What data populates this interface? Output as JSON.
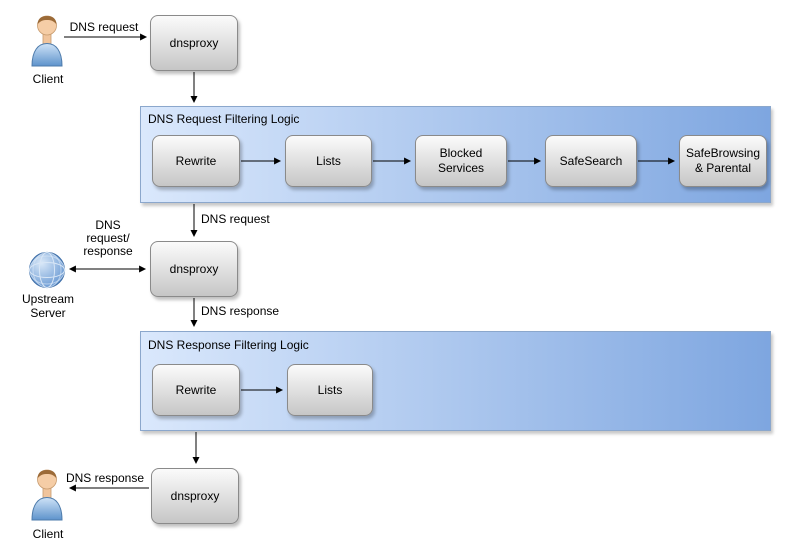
{
  "nodes": {
    "client_top": "Client",
    "client_bottom": "Client",
    "upstream_server": "Upstream Server",
    "dnsproxy_top": "dnsproxy",
    "dnsproxy_middle": "dnsproxy",
    "dnsproxy_bottom": "dnsproxy"
  },
  "request_filtering": {
    "title": "DNS Request Filtering Logic",
    "boxes": {
      "rewrite": "Rewrite",
      "lists": "Lists",
      "blocked_services": "Blocked Services",
      "safesearch": "SafeSearch",
      "safebrowsing_parental": "SafeBrowsing & Parental"
    }
  },
  "response_filtering": {
    "title": "DNS Response Filtering Logic",
    "boxes": {
      "rewrite": "Rewrite",
      "lists": "Lists"
    }
  },
  "edge_labels": {
    "client_to_dnsproxy": "DNS request",
    "request_filter_to_dnsproxy": "DNS request",
    "upstream_exchange": "DNS request/ response",
    "dnsproxy_to_response_filter": "DNS response",
    "dnsproxy_to_client": "DNS response"
  },
  "colors": {
    "container_gradient_start": "#dae8fc",
    "container_gradient_end": "#7ea6e0",
    "container_border": "#8ba7cc",
    "node_gradient_start": "#fbfbfb",
    "node_gradient_end": "#c6c6c6",
    "node_border": "#8a8a8a",
    "arrow": "#000000"
  }
}
